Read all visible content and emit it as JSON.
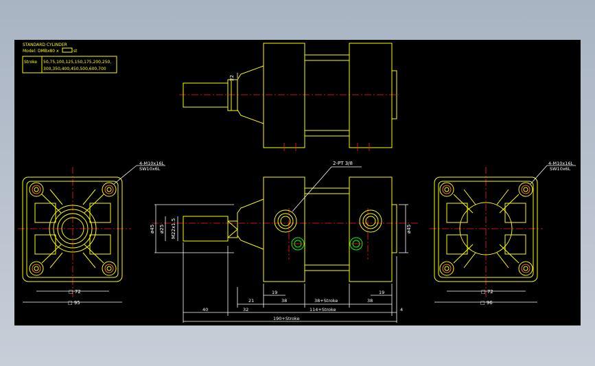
{
  "header": {
    "title": "STANDARD CYLINDER",
    "model_label": "Model: DMBx80 x",
    "model_suffix": "st",
    "stroke_label": "Stroke",
    "stroke_values_1": "50,75,100,125,150,175,200,250,",
    "stroke_values_2": "300,350,400,450,500,600,700"
  },
  "callouts": {
    "left_threads_1": "4-M10x16L",
    "left_threads_2": "SW10x6L",
    "right_threads_1": "4-M10x16L",
    "right_threads_2": "SW10x6L",
    "ports": "2-PT 3/8"
  },
  "dims": {
    "rod_top": "22",
    "phi45_left": "ø45",
    "phi25": "ø25",
    "thread": "M22x1.5",
    "phi45_right": "ø45",
    "sq72_left": "□ 72",
    "sq95_left": "□ 95",
    "sq72_right": "□ 72",
    "sq96_right": "□ 96",
    "d19a": "19",
    "d19b": "19",
    "d21": "21",
    "d38a": "38",
    "d38stroke": "38+Stroke",
    "d38b": "38",
    "d40": "40",
    "d32": "32",
    "d114": "114+Stroke",
    "d4": "4",
    "d190": "190+Stroke"
  },
  "colors": {
    "background": "#000000",
    "outline": "#ffff00",
    "centerline": "#ff2020",
    "annotation": "#ffffff",
    "port": "#00ff00"
  }
}
